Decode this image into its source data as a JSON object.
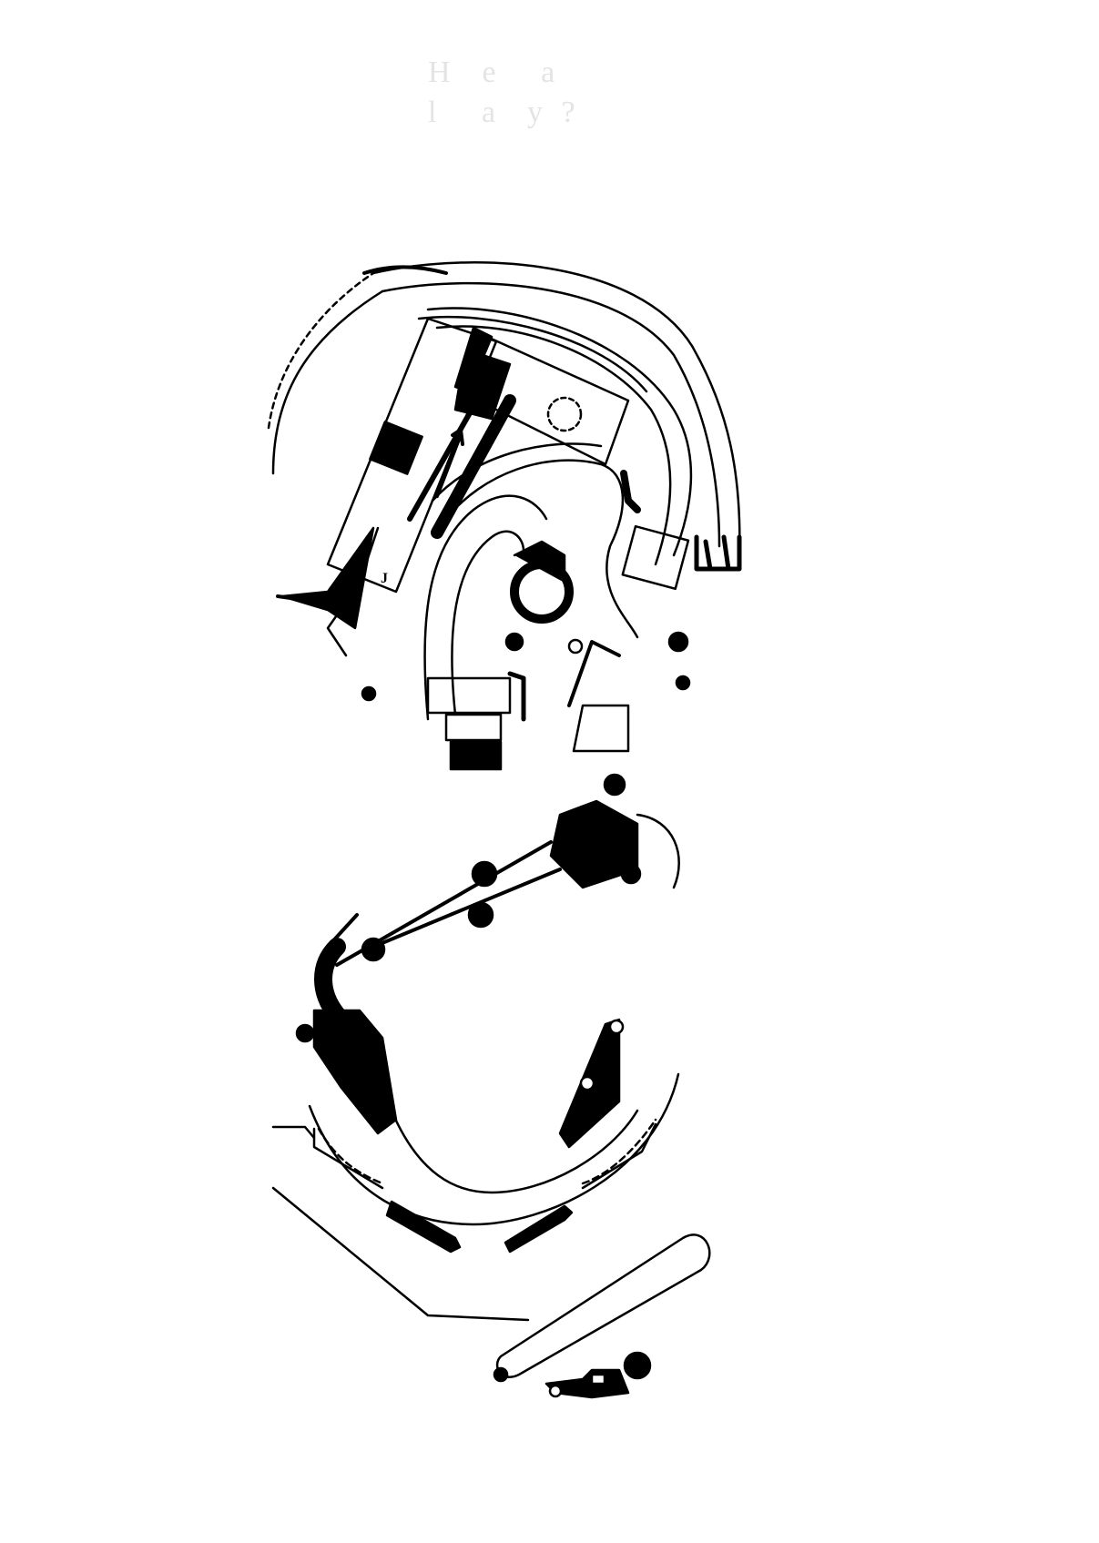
{
  "page": {
    "heading_line_1": "H  e   a",
    "heading_line_2": "l   a  y ?"
  },
  "diagram": {
    "kind": "pinball playfield layout drawing",
    "ink_color": "#000000",
    "paper_color": "#ffffff",
    "faint_text_color": "#e4e4e4",
    "labels": {
      "lane_letter": "J"
    }
  }
}
